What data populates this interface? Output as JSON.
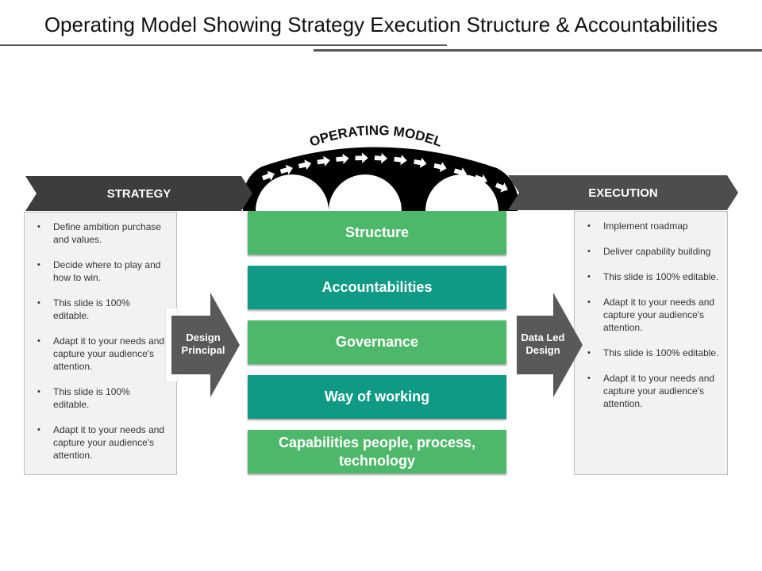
{
  "title": "Operating Model Showing Strategy Execution Structure & Accountabilities",
  "arch": {
    "label": "OPERATING MODEL"
  },
  "strategy": {
    "label": "STRATEGY",
    "items": [
      "Define ambition purchase and values.",
      "Decide where to play and how to win.",
      "This slide is 100% editable.",
      "Adapt it to your needs and capture your audience's attention.",
      "This slide is 100% editable.",
      "Adapt it to your needs and capture your audience's attention."
    ]
  },
  "execution": {
    "label": "EXECUTION",
    "items": [
      "Implement roadmap",
      "Deliver capability building",
      "This slide is 100% editable.",
      "Adapt it to your needs and capture your audience's attention.",
      "This slide is 100% editable.",
      "Adapt it to your needs and capture your audience's attention."
    ]
  },
  "bars": [
    {
      "label": "Structure",
      "color": "#4db86a"
    },
    {
      "label": "Accountabilities",
      "color": "#0e9a84"
    },
    {
      "label": "Governance",
      "color": "#4db86a"
    },
    {
      "label": "Way of working",
      "color": "#0e9a84"
    },
    {
      "label": "Capabilities people, process, technology",
      "color": "#4db86a"
    }
  ],
  "left_arrow": {
    "label": "Design Principal"
  },
  "right_arrow": {
    "label": "Data Led Design"
  }
}
